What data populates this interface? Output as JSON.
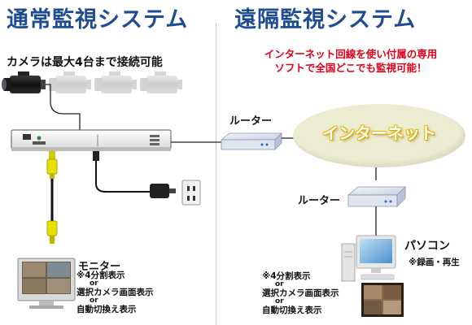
{
  "left": {
    "title": "通常監視システム",
    "camera_caption": "カメラは最大4台まで接続可能",
    "monitor_label": "モニター",
    "monitor_modes": [
      "※4分割表示",
      "or",
      "選択カメラ画面表示",
      "or",
      "自動切換え表示"
    ]
  },
  "right": {
    "title": "遠隔監視システム",
    "promo_lines": [
      "インターネット回線を使い付属の専用",
      "ソフトで全国どこでも監視可能！"
    ],
    "router_top_label": "ルーター",
    "internet_label": "インターネット",
    "router_bottom_label": "ルーター",
    "pc_label": "パソコン",
    "pc_note": "※録画・再生",
    "pc_modes": [
      "※4分割表示",
      "or",
      "選択カメラ画面表示",
      "or",
      "自動切換え表示"
    ]
  },
  "colors": {
    "title_blue": "#1d4c93",
    "promo_red": "#e0001a",
    "internet_cloud": "#ececd2",
    "video_cable": "#e8e000"
  },
  "icons": [
    "camera-icon",
    "dvr-recorder-icon",
    "power-adapter-icon",
    "wall-outlet-icon",
    "router-icon",
    "monitor-icon",
    "pc-icon"
  ]
}
